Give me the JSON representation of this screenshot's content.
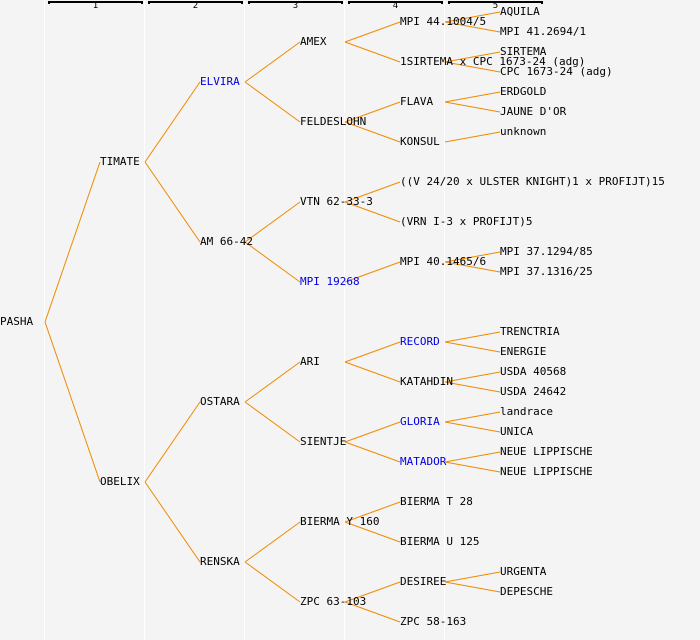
{
  "title": "Pedigree of PASHA",
  "generation_headers": [
    "1",
    "2",
    "3",
    "4",
    "5"
  ],
  "colors": {
    "line": "#f08a00",
    "highlight_text": "#0000dd",
    "text": "#000000",
    "background": "#f4f4f4"
  },
  "tree": {
    "name": "PASHA",
    "children": [
      {
        "name": "TIMATE",
        "children": [
          {
            "name": "ELVIRA",
            "highlight": true,
            "children": [
              {
                "name": "AMEX",
                "children": [
                  {
                    "name": "MPI 44.1004/5",
                    "children": [
                      {
                        "name": "AQUILA"
                      },
                      {
                        "name": "MPI 41.2694/1"
                      }
                    ]
                  },
                  {
                    "name": "1SIRTEMA x CPC 1673-24 (adg)",
                    "children": [
                      {
                        "name": "SIRTEMA"
                      },
                      {
                        "name": "CPC 1673-24 (adg)"
                      }
                    ]
                  }
                ]
              },
              {
                "name": "FELDESLOHN",
                "children": [
                  {
                    "name": "FLAVA",
                    "children": [
                      {
                        "name": "ERDGOLD"
                      },
                      {
                        "name": "JAUNE D'OR"
                      }
                    ]
                  },
                  {
                    "name": "KONSUL",
                    "children": [
                      {
                        "name": "unknown"
                      }
                    ]
                  }
                ]
              }
            ]
          },
          {
            "name": "AM 66-42",
            "children": [
              {
                "name": "VTN 62-33-3",
                "children": [
                  {
                    "name": "((V 24/20 x ULSTER KNIGHT)1 x PROFIJT)15"
                  },
                  {
                    "name": "(VRN I-3 x PROFIJT)5"
                  }
                ]
              },
              {
                "name": "MPI 19268",
                "highlight": true,
                "children": [
                  {
                    "name": "MPI 40.1465/6",
                    "children": [
                      {
                        "name": "MPI 37.1294/85"
                      },
                      {
                        "name": "MPI 37.1316/25"
                      }
                    ]
                  }
                ]
              }
            ]
          }
        ]
      },
      {
        "name": "OBELIX",
        "children": [
          {
            "name": "OSTARA",
            "children": [
              {
                "name": "ARI",
                "children": [
                  {
                    "name": "RECORD",
                    "highlight": true,
                    "children": [
                      {
                        "name": "TRENCTRIA"
                      },
                      {
                        "name": "ENERGIE"
                      }
                    ]
                  },
                  {
                    "name": "KATAHDIN",
                    "children": [
                      {
                        "name": "USDA 40568"
                      },
                      {
                        "name": "USDA 24642"
                      }
                    ]
                  }
                ]
              },
              {
                "name": "SIENTJE",
                "children": [
                  {
                    "name": "GLORIA",
                    "highlight": true,
                    "children": [
                      {
                        "name": "landrace"
                      },
                      {
                        "name": "UNICA"
                      }
                    ]
                  },
                  {
                    "name": "MATADOR",
                    "highlight": true,
                    "children": [
                      {
                        "name": "NEUE LIPPISCHE"
                      },
                      {
                        "name": "NEUE LIPPISCHE"
                      }
                    ]
                  }
                ]
              }
            ]
          },
          {
            "name": "RENSKA",
            "children": [
              {
                "name": "BIERMA Y 160",
                "children": [
                  {
                    "name": "BIERMA T 28"
                  },
                  {
                    "name": "BIERMA U 125"
                  }
                ]
              },
              {
                "name": "ZPC 63-103",
                "children": [
                  {
                    "name": "DESIREE",
                    "children": [
                      {
                        "name": "URGENTA"
                      },
                      {
                        "name": "DEPESCHE"
                      }
                    ]
                  },
                  {
                    "name": "ZPC 58-163"
                  }
                ]
              }
            ]
          }
        ]
      }
    ]
  }
}
